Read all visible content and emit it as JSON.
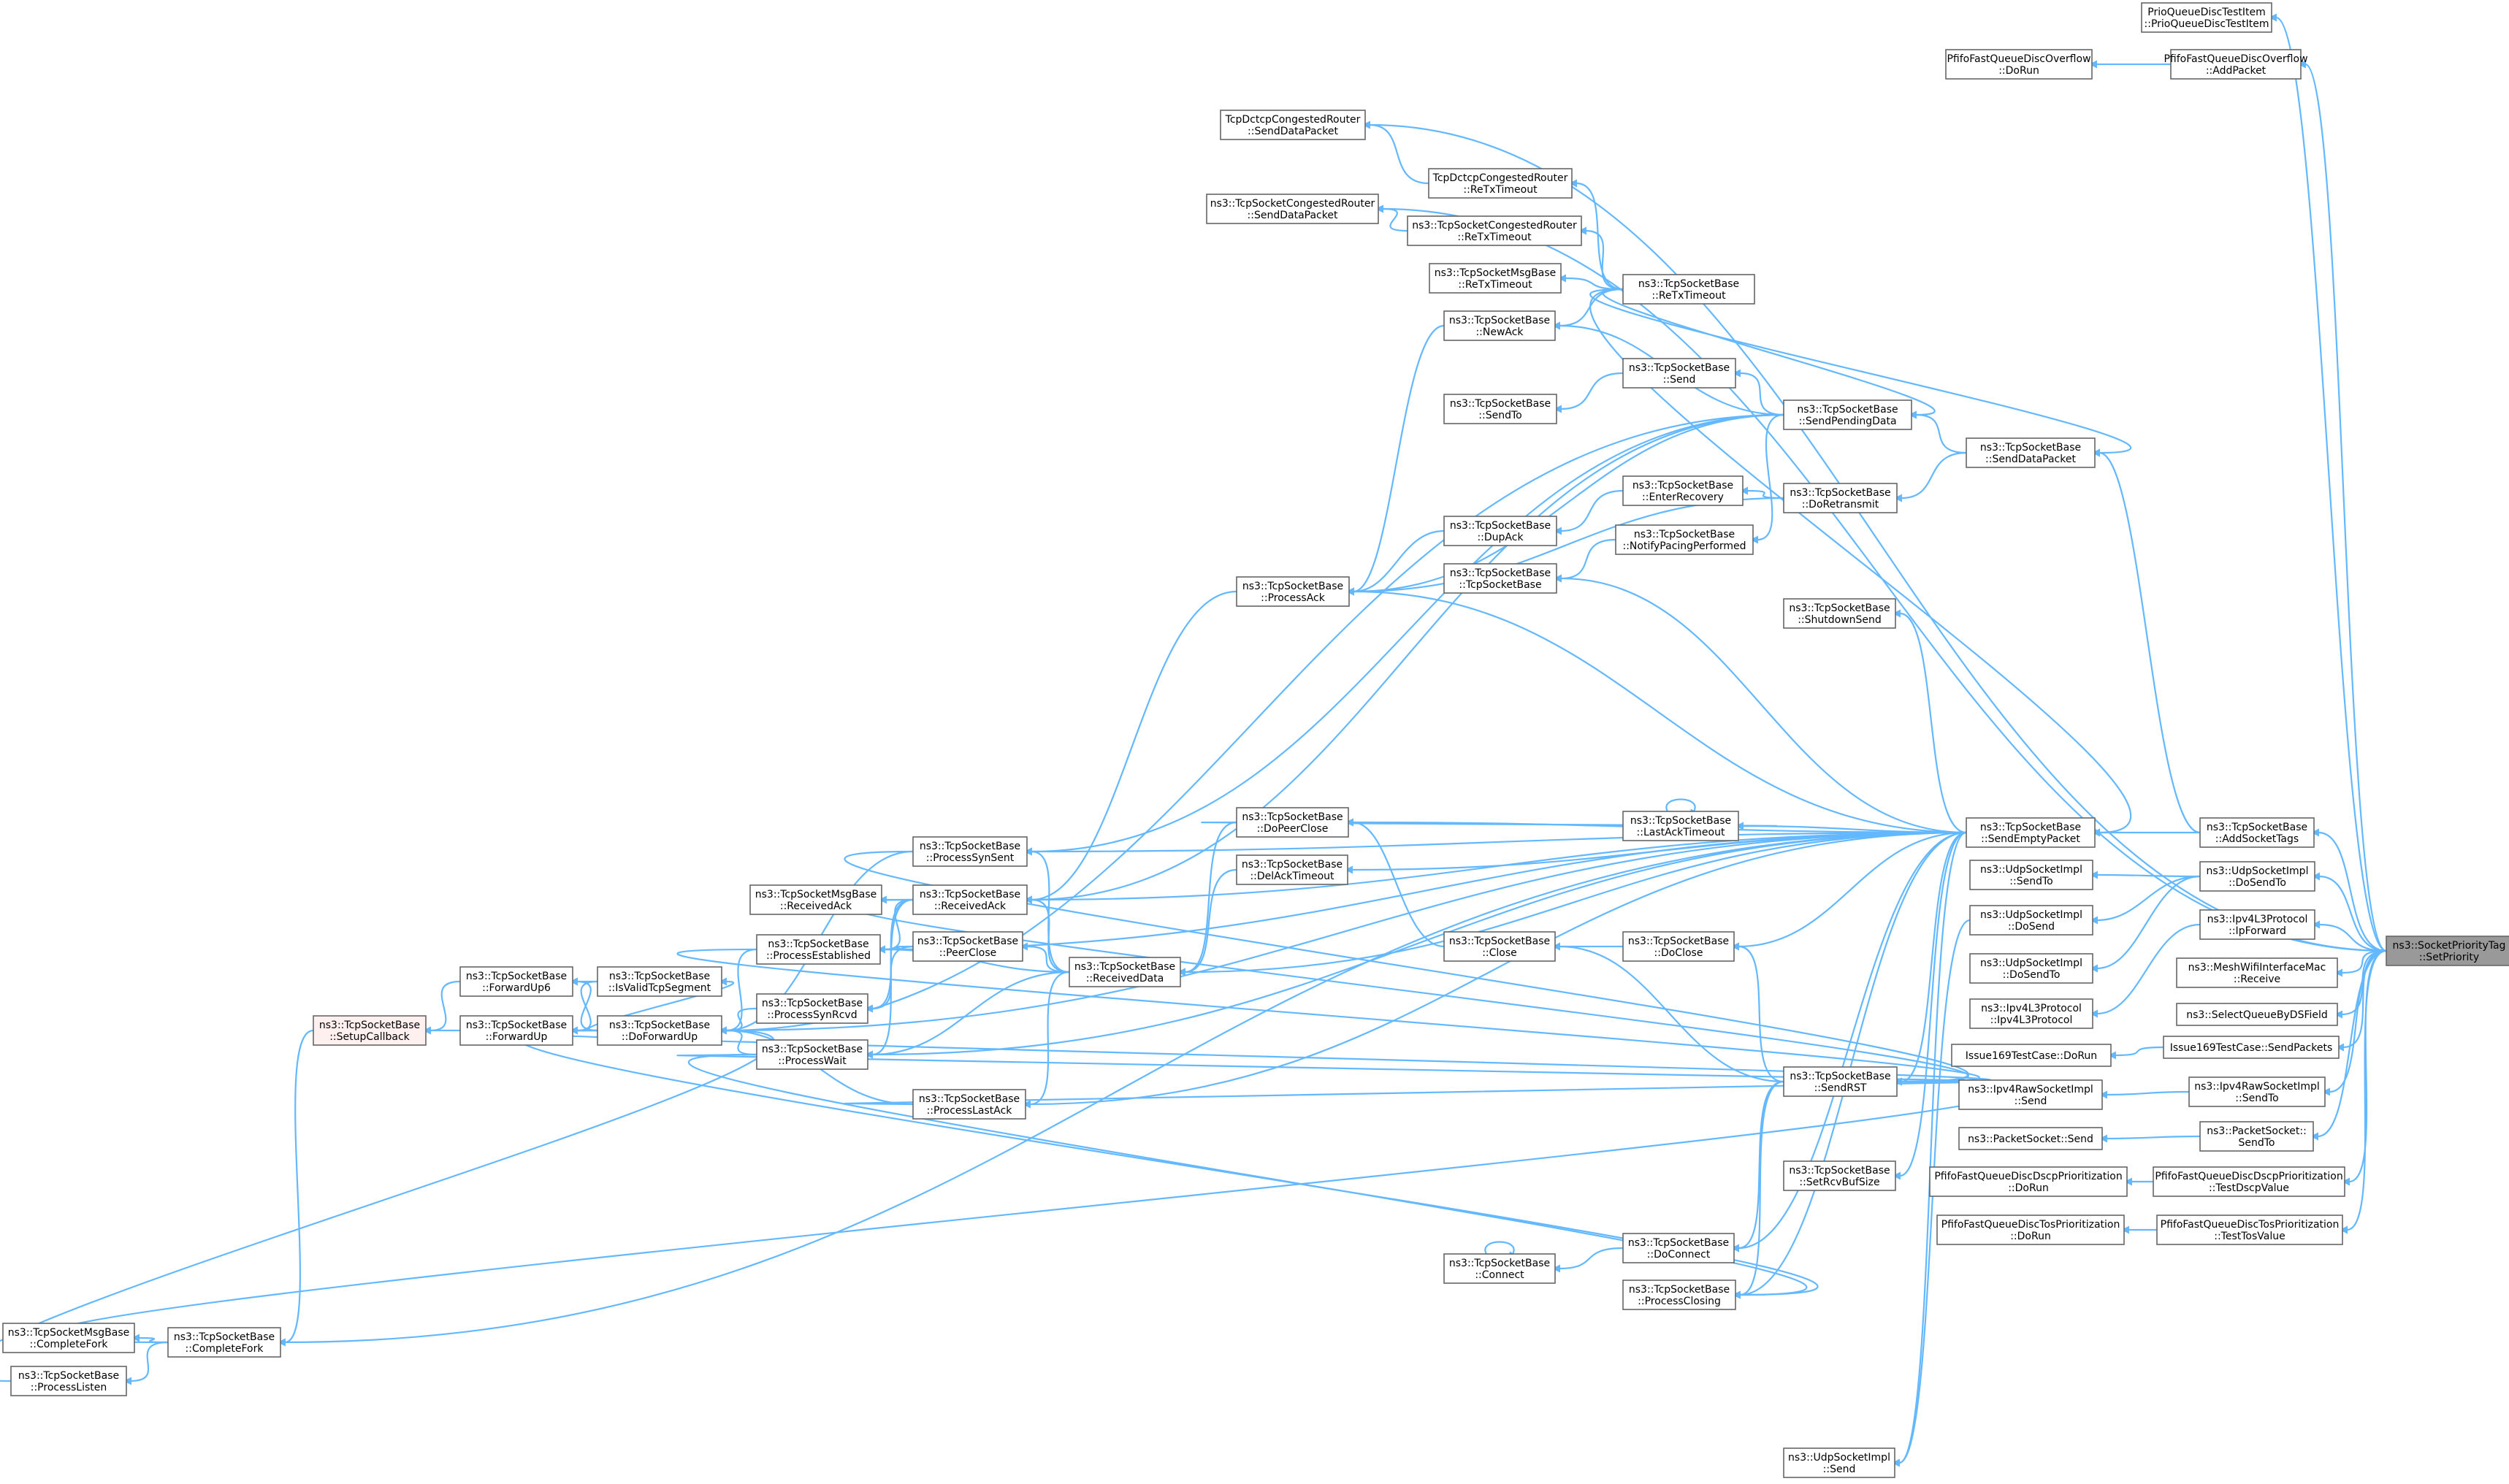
{
  "colors": {
    "edge": "#63b8ff",
    "node_border": "#666666",
    "node_fill": "#ffffff",
    "target_fill": "#999999",
    "highlight_border": "#ff0000",
    "highlight_fill": "#fff0f0"
  },
  "nodes": {
    "setpriority": {
      "lines": [
        "ns3::SocketPriorityTag",
        "::SetPriority"
      ],
      "style": "target"
    },
    "prioqueuetest": {
      "lines": [
        "PrioQueueDiscTestItem",
        "::PrioQueueDiscTestItem"
      ]
    },
    "pfifooverflow_add": {
      "lines": [
        "PfifoFastQueueDiscOverflow",
        "::AddPacket"
      ]
    },
    "pfifooverflow_run": {
      "lines": [
        "PfifoFastQueueDiscOverflow",
        "::DoRun"
      ]
    },
    "dctcp_senddata": {
      "lines": [
        "TcpDctcpCongestedRouter",
        "::SendDataPacket"
      ]
    },
    "dctcp_retx": {
      "lines": [
        "TcpDctcpCongestedRouter",
        "::ReTxTimeout"
      ]
    },
    "congested_senddata": {
      "lines": [
        "ns3::TcpSocketCongestedRouter",
        "::SendDataPacket"
      ]
    },
    "congested_retx": {
      "lines": [
        "ns3::TcpSocketCongestedRouter",
        "::ReTxTimeout"
      ]
    },
    "msg_retx": {
      "lines": [
        "ns3::TcpSocketMsgBase",
        "::ReTxTimeout"
      ]
    },
    "retx": {
      "lines": [
        "ns3::TcpSocketBase",
        "::ReTxTimeout"
      ]
    },
    "newack": {
      "lines": [
        "ns3::TcpSocketBase",
        "::NewAck"
      ]
    },
    "send": {
      "lines": [
        "ns3::TcpSocketBase",
        "::Send"
      ]
    },
    "sendto": {
      "lines": [
        "ns3::TcpSocketBase",
        "::SendTo"
      ]
    },
    "sendpending": {
      "lines": [
        "ns3::TcpSocketBase",
        "::SendPendingData"
      ]
    },
    "senddatapacket": {
      "lines": [
        "ns3::TcpSocketBase",
        "::SendDataPacket"
      ]
    },
    "enterrecovery": {
      "lines": [
        "ns3::TcpSocketBase",
        "::EnterRecovery"
      ]
    },
    "doretransmit": {
      "lines": [
        "ns3::TcpSocketBase",
        "::DoRetransmit"
      ]
    },
    "dupack": {
      "lines": [
        "ns3::TcpSocketBase",
        "::DupAck"
      ]
    },
    "notifypacing": {
      "lines": [
        "ns3::TcpSocketBase",
        "::NotifyPacingPerformed"
      ]
    },
    "tcpsocketbase": {
      "lines": [
        "ns3::TcpSocketBase",
        "::TcpSocketBase"
      ]
    },
    "processack": {
      "lines": [
        "ns3::TcpSocketBase",
        "::ProcessAck"
      ]
    },
    "shutdownsend": {
      "lines": [
        "ns3::TcpSocketBase",
        "::ShutdownSend"
      ]
    },
    "doperclose": {
      "lines": [
        "ns3::TcpSocketBase",
        "::DoPeerClose"
      ]
    },
    "lastacktimeout": {
      "lines": [
        "ns3::TcpSocketBase",
        "::LastAckTimeout"
      ]
    },
    "sendempty": {
      "lines": [
        "ns3::TcpSocketBase",
        "::SendEmptyPacket"
      ]
    },
    "addsockettags": {
      "lines": [
        "ns3::TcpSocketBase",
        "::AddSocketTags"
      ]
    },
    "delacktimeout": {
      "lines": [
        "ns3::TcpSocketBase",
        "::DelAckTimeout"
      ]
    },
    "processsynsent": {
      "lines": [
        "ns3::TcpSocketBase",
        "::ProcessSynSent"
      ]
    },
    "msg_receivedack": {
      "lines": [
        "ns3::TcpSocketMsgBase",
        "::ReceivedAck"
      ]
    },
    "receivedack": {
      "lines": [
        "ns3::TcpSocketBase",
        "::ReceivedAck"
      ]
    },
    "processestablished": {
      "lines": [
        "ns3::TcpSocketBase",
        "::ProcessEstablished"
      ]
    },
    "peerclose": {
      "lines": [
        "ns3::TcpSocketBase",
        "::PeerClose"
      ]
    },
    "receiveddata": {
      "lines": [
        "ns3::TcpSocketBase",
        "::ReceivedData"
      ]
    },
    "close": {
      "lines": [
        "ns3::TcpSocketBase",
        "::Close"
      ]
    },
    "doclose": {
      "lines": [
        "ns3::TcpSocketBase",
        "::DoClose"
      ]
    },
    "forwardup6": {
      "lines": [
        "ns3::TcpSocketBase",
        "::ForwardUp6"
      ]
    },
    "isvalid": {
      "lines": [
        "ns3::TcpSocketBase",
        "::IsValidTcpSegment"
      ]
    },
    "setupcallback": {
      "lines": [
        "ns3::TcpSocketBase",
        "::SetupCallback"
      ],
      "style": "highlight"
    },
    "forwardup": {
      "lines": [
        "ns3::TcpSocketBase",
        "::ForwardUp"
      ]
    },
    "doforwardup": {
      "lines": [
        "ns3::TcpSocketBase",
        "::DoForwardUp"
      ]
    },
    "processsynrcvd": {
      "lines": [
        "ns3::TcpSocketBase",
        "::ProcessSynRcvd"
      ]
    },
    "processwait": {
      "lines": [
        "ns3::TcpSocketBase",
        "::ProcessWait"
      ]
    },
    "processlastack": {
      "lines": [
        "ns3::TcpSocketBase",
        "::ProcessLastAck"
      ]
    },
    "sendrst": {
      "lines": [
        "ns3::TcpSocketBase",
        "::SendRST"
      ]
    },
    "setrcvbufsize": {
      "lines": [
        "ns3::TcpSocketBase",
        "::SetRcvBufSize"
      ]
    },
    "doconnect": {
      "lines": [
        "ns3::TcpSocketBase",
        "::DoConnect"
      ]
    },
    "connect": {
      "lines": [
        "ns3::TcpSocketBase",
        "::Connect"
      ]
    },
    "processclosing": {
      "lines": [
        "ns3::TcpSocketBase",
        "::ProcessClosing"
      ]
    },
    "msg_completefork": {
      "lines": [
        "ns3::TcpSocketMsgBase",
        "::CompleteFork"
      ]
    },
    "completefork": {
      "lines": [
        "ns3::TcpSocketBase",
        "::CompleteFork"
      ]
    },
    "processlisten": {
      "lines": [
        "ns3::TcpSocketBase",
        "::ProcessListen"
      ]
    },
    "udpsend": {
      "lines": [
        "ns3::UdpSocketImpl",
        "::Send"
      ]
    },
    "udp_sendto": {
      "lines": [
        "ns3::UdpSocketImpl",
        "::SendTo"
      ]
    },
    "udp_dosendto": {
      "lines": [
        "ns3::UdpSocketImpl",
        "::DoSendTo"
      ]
    },
    "udp_dosend": {
      "lines": [
        "ns3::UdpSocketImpl",
        "::DoSend"
      ]
    },
    "udp_dosendto2": {
      "lines": [
        "ns3::UdpSocketImpl",
        "::DoSendTo"
      ]
    },
    "ipv4l3": {
      "lines": [
        "ns3::Ipv4L3Protocol",
        "::Ipv4L3Protocol"
      ]
    },
    "ipforward": {
      "lines": [
        "ns3::Ipv4L3Protocol",
        "::IpForward"
      ]
    },
    "meshwifi": {
      "lines": [
        "ns3::MeshWifiInterfaceMac",
        "::Receive"
      ]
    },
    "selectqueue": {
      "lines": [
        "ns3::SelectQueueByDSField"
      ]
    },
    "issue169run": {
      "lines": [
        "Issue169TestCase::DoRun"
      ]
    },
    "issue169send": {
      "lines": [
        "Issue169TestCase::SendPackets"
      ]
    },
    "rawsend": {
      "lines": [
        "ns3::Ipv4RawSocketImpl",
        "::Send"
      ]
    },
    "rawsendto": {
      "lines": [
        "ns3::Ipv4RawSocketImpl",
        "::SendTo"
      ]
    },
    "pktsend": {
      "lines": [
        "ns3::PacketSocket::Send"
      ]
    },
    "pktsendto": {
      "lines": [
        "ns3::PacketSocket::",
        "SendTo"
      ]
    },
    "dscp_run": {
      "lines": [
        "PfifoFastQueueDiscDscpPrioritization",
        "::DoRun"
      ]
    },
    "dscp_test": {
      "lines": [
        "PfifoFastQueueDiscDscpPrioritization",
        "::TestDscpValue"
      ]
    },
    "tos_run": {
      "lines": [
        "PfifoFastQueueDiscTosPrioritization",
        "::DoRun"
      ]
    },
    "tos_test": {
      "lines": [
        "PfifoFastQueueDiscTosPrioritization",
        "::TestTosValue"
      ]
    }
  }
}
